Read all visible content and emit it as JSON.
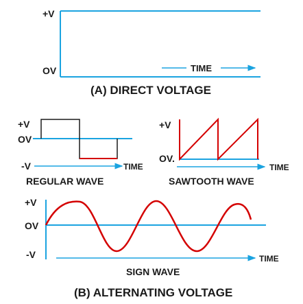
{
  "colors": {
    "axis": "#1aa3e0",
    "signal": "#d40000",
    "text": "#1a1a1a",
    "background": "#ffffff"
  },
  "direct": {
    "plus_v": "+V",
    "zero_v": "OV",
    "time": "TIME",
    "caption": "(A) DIRECT VOLTAGE"
  },
  "regular": {
    "plus_v": "+V",
    "zero_v": "OV",
    "minus_v": "-V",
    "time": "TIME",
    "caption": "REGULAR WAVE"
  },
  "sawtooth": {
    "plus_v": "+V",
    "zero_v": "OV.",
    "time": "TIME",
    "caption": "SAWTOOTH WAVE"
  },
  "sine": {
    "plus_v": "+V",
    "zero_v": "OV",
    "minus_v": "-V",
    "time": "TIME",
    "caption": "SIGN WAVE"
  },
  "section_b_caption": "(B) ALTERNATING VOLTAGE"
}
